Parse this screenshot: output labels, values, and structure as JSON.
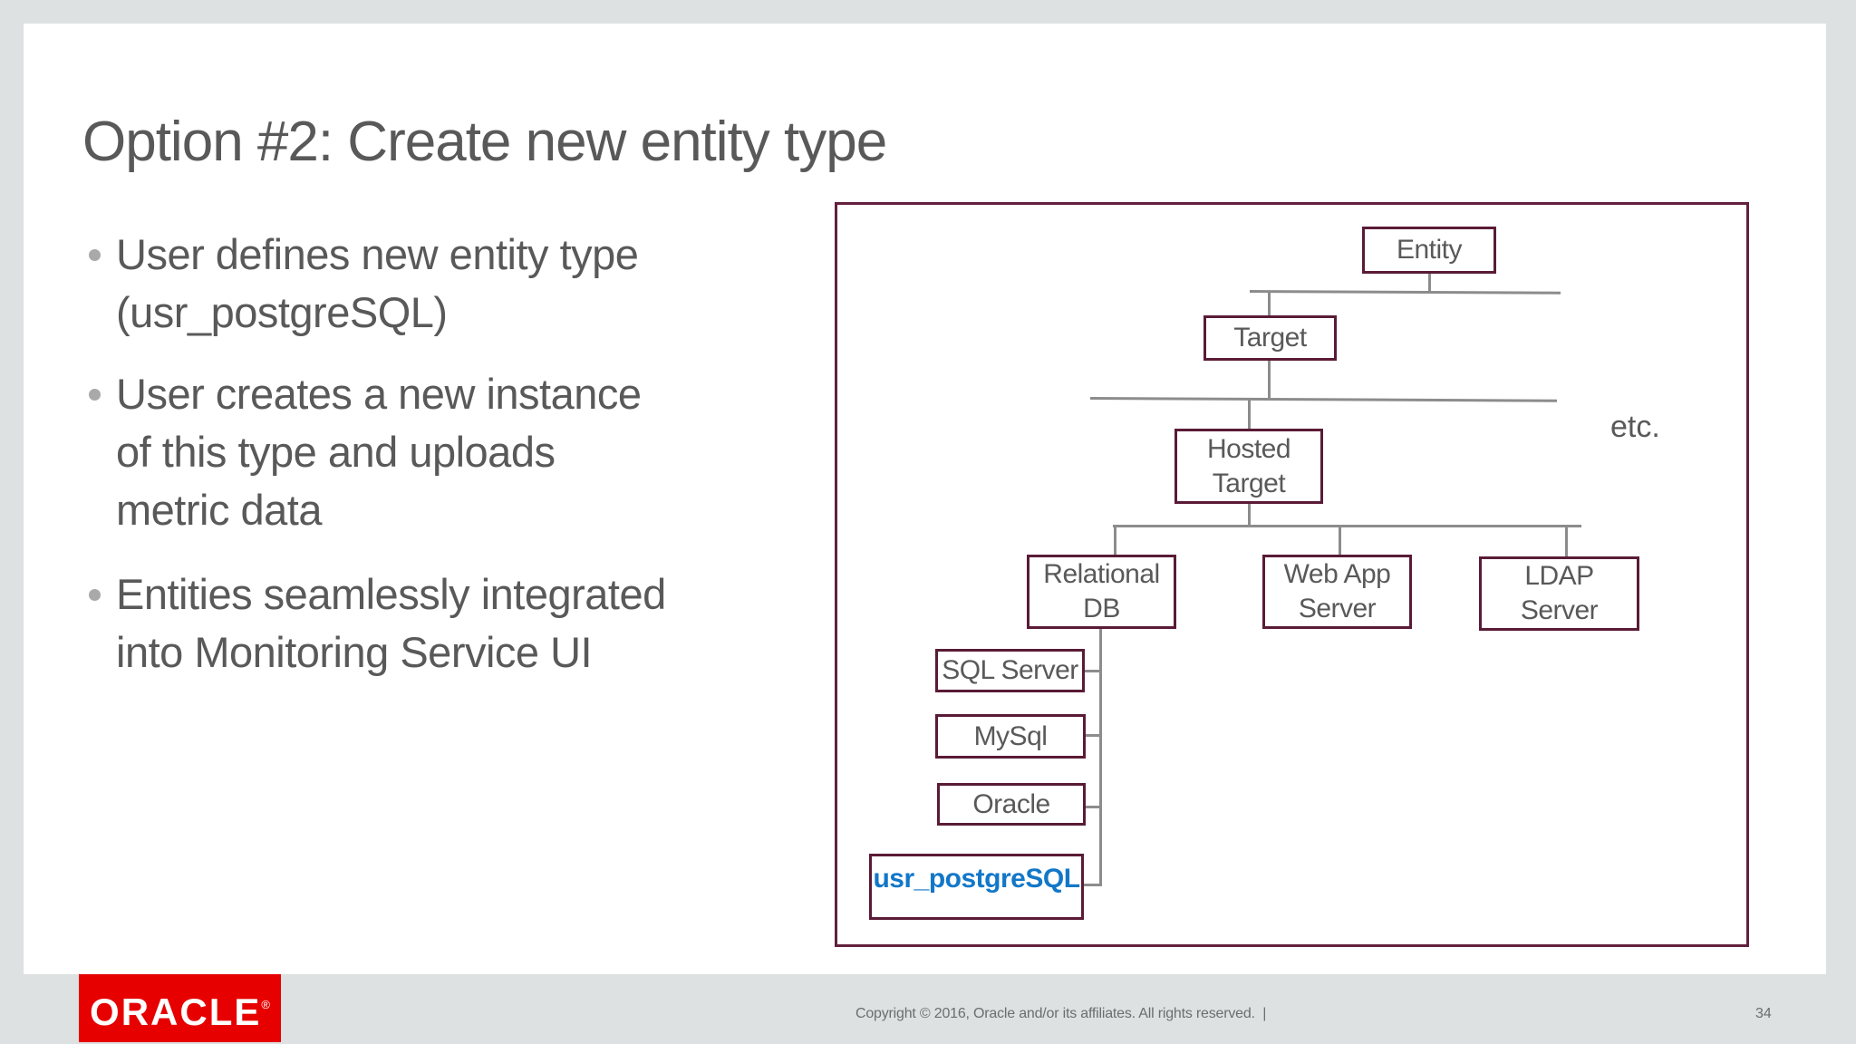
{
  "slide": {
    "title": "Option #2: Create new entity type",
    "bullets": [
      {
        "lines": [
          "User defines new entity type",
          "(usr_postgreSQL)"
        ]
      },
      {
        "lines": [
          "User creates a new instance",
          "of this type and uploads",
          "metric data"
        ]
      },
      {
        "lines": [
          "Entities seamlessly integrated",
          "into Monitoring Service UI"
        ]
      }
    ]
  },
  "diagram": {
    "etc_label": "etc.",
    "nodes": {
      "entity": {
        "lines": [
          "Entity"
        ]
      },
      "target": {
        "lines": [
          "Target"
        ]
      },
      "hosted_target": {
        "lines": [
          "Hosted",
          "Target"
        ]
      },
      "relational_db": {
        "lines": [
          "Relational",
          "DB"
        ]
      },
      "web_app_server": {
        "lines": [
          "Web App",
          "Server"
        ]
      },
      "ldap_server": {
        "lines": [
          "LDAP",
          "Server"
        ]
      },
      "sql_server": {
        "lines": [
          "SQL Server"
        ]
      },
      "mysql": {
        "lines": [
          "MySql"
        ]
      },
      "oracle": {
        "lines": [
          "Oracle"
        ]
      },
      "usr_postgresql": {
        "lines": [
          "usr_postgreSQL"
        ]
      }
    },
    "colors": {
      "box_border": "#5a1b36",
      "panel_border": "#63203f",
      "connector": "#8c8c8c",
      "highlight_text": "#1277c8",
      "node_text": "#595959"
    }
  },
  "footer": {
    "logo_text": "ORACLE",
    "logo_registered": "®",
    "logo_bg": "#e60000",
    "copyright": "Copyright © 2016, Oracle and/or its affiliates. All rights reserved.  |",
    "page_number": "34"
  },
  "page": {
    "background": "#dde1e1",
    "text_color": "#595959"
  }
}
